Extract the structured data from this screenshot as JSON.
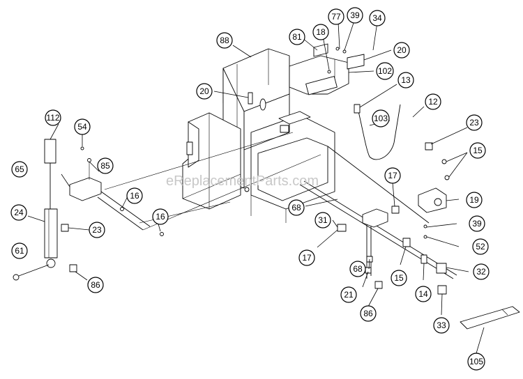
{
  "watermark": "eReplacementParts.com",
  "callouts": [
    "112",
    "54",
    "85",
    "65",
    "16",
    "16",
    "24",
    "23",
    "61",
    "86",
    "88",
    "81",
    "18",
    "77",
    "39",
    "34",
    "20",
    "102",
    "13",
    "20",
    "103",
    "12",
    "23",
    "15",
    "17",
    "19",
    "68",
    "31",
    "39",
    "52",
    "17",
    "15",
    "68",
    "21",
    "86",
    "14",
    "32",
    "33",
    "105"
  ]
}
